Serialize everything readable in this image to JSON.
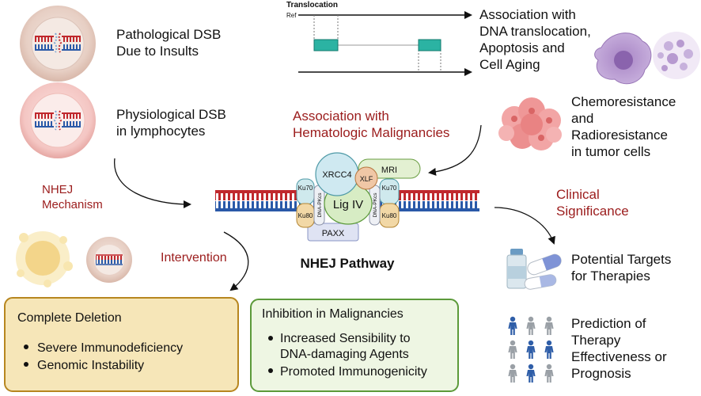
{
  "colors": {
    "red_text": "#9b1c1c",
    "strand_red": "#c0282d",
    "strand_blue": "#2a59a8",
    "teal": "#2bb3a3",
    "deletion_fill": "#f6e6b8",
    "deletion_border": "#b7861f",
    "inhibition_fill": "#eef6e3",
    "inhibition_border": "#5c9a3a",
    "cell_bg": "#eedcd3",
    "people_blue": "#2f5ea8",
    "people_gray": "#9aa0a6"
  },
  "icons": [
    "dsb-cell-icon",
    "lymphocyte-cell-icon",
    "apoptotic-cell-icon",
    "fragmented-cell-icon",
    "tumor-cell-cluster-icon",
    "vial-icon",
    "capsule-icon",
    "people-icon",
    "dna-icon"
  ],
  "top_left": {
    "pathological": [
      "Pathological DSB",
      "Due to Insults"
    ],
    "physiological": [
      "Physiological DSB",
      "in lymphocytes"
    ]
  },
  "translocation": {
    "title": "Translocation",
    "ref": "Ref"
  },
  "association_translocation": [
    "Association with",
    "DNA translocation,",
    "Apoptosis and",
    "Cell Aging"
  ],
  "association_hematologic": [
    "Association with",
    "Hematologic Malignancies"
  ],
  "chemo": [
    "Chemoresistance",
    "and",
    "Radioresistance",
    "in tumor cells"
  ],
  "nhej_mechanism": [
    "NHEJ",
    "Mechanism"
  ],
  "clinical_significance": [
    "Clinical",
    "Significance"
  ],
  "complex": {
    "xrcc4": "XRCC4",
    "xlf": "XLF",
    "mri": "MRI",
    "ku70": "Ku70",
    "ku80": "Ku80",
    "dna_pkcs": "DNA-PKcs",
    "lig4": "Lig IV",
    "paxx": "PAXX"
  },
  "pathway_title": "NHEJ Pathway",
  "intervention": "Intervention",
  "complete_deletion": {
    "title": "Complete Deletion",
    "items": [
      "Severe Immunodeficiency",
      "Genomic Instability"
    ]
  },
  "inhibition": {
    "title": "Inhibition in Malignancies",
    "items": [
      [
        "Increased Sensibility to",
        "DNA-damaging Agents"
      ],
      [
        "Promoted Immunogenicity"
      ]
    ]
  },
  "targets": [
    "Potential Targets",
    "for Therapies"
  ],
  "prediction": [
    "Prediction of",
    "Therapy",
    "Effectiveness or",
    "Prognosis"
  ]
}
